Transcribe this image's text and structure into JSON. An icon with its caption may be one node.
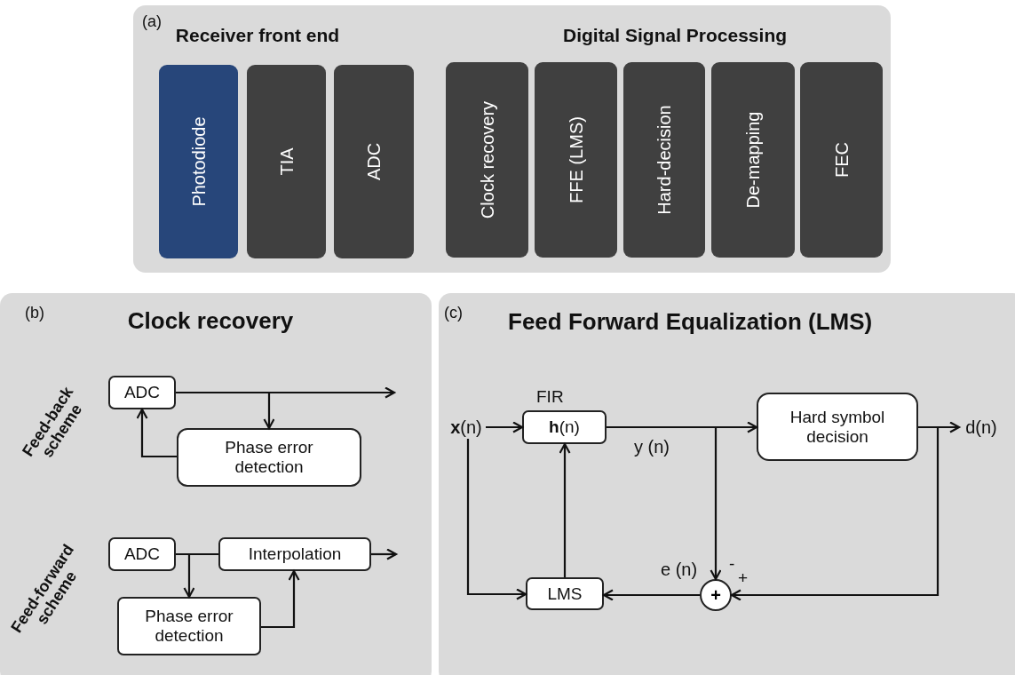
{
  "diagram": {
    "nodes": [
      {
        "text": [
          "(a)",
          "Receiver front end",
          "Digital Signal Processing"
        ]
      },
      {
        "text": [
          "Photodiode"
        ],
        "in": 0
      },
      {
        "text": [
          "TIA"
        ],
        "in": 0
      },
      {
        "text": [
          "ADC"
        ],
        "in": 0
      },
      {
        "text": [
          "Clock recovery"
        ],
        "in": 0
      },
      {
        "text": [
          "FFE (LMS)"
        ],
        "in": 0
      },
      {
        "text": [
          "Hard-decision"
        ],
        "in": 0
      },
      {
        "text": [
          "De-mapping"
        ],
        "in": 0
      },
      {
        "text": [
          "FEC"
        ],
        "in": 0
      },
      {
        "text": [
          "(b)",
          "Clock recovery",
          "Feed-back scheme",
          "Feed-forward scheme"
        ]
      },
      {
        "text": [
          "ADC"
        ],
        "in": 9
      },
      {
        "text": [
          "Phase error detection"
        ],
        "in": 9
      },
      {
        "text": [
          "ADC"
        ],
        "in": 9
      },
      {
        "text": [
          "Interpolation"
        ],
        "in": 9
      },
      {
        "text": [
          "Phase error detection"
        ],
        "in": 9
      },
      {
        "text": [
          "(c)",
          "Feed Forward Equalization (LMS)"
        ]
      },
      {
        "text": [
          "**x**(n)"
        ],
        "in": 15
      },
      {
        "text": [
          "**h**(n)"
        ],
        "in": 15,
        "beside": [
          "FIR"
        ]
      },
      {
        "text": [
          "Hard symbol decision"
        ],
        "in": 15
      },
      {
        "text": [
          "d(n)"
        ],
        "in": 15
      },
      {
        "text": [
          "LMS"
        ],
        "in": 15
      },
      {
        "text": [
          "+"
        ],
        "in": 15,
        "beside": [
          "-",
          "+"
        ]
      }
    ],
    "edges": [
      {
        "from": 10,
        "to": null,
        "arrow": "to"
      },
      {
        "from": 10,
        "to": 11,
        "arrow": "to"
      },
      {
        "from": 11,
        "to": 10,
        "arrow": "to"
      },
      {
        "from": 12,
        "to": 13,
        "arrow": "none"
      },
      {
        "from": 12,
        "to": 14,
        "arrow": "to"
      },
      {
        "from": 14,
        "to": 13,
        "arrow": "to"
      },
      {
        "from": 13,
        "to": null,
        "arrow": "to"
      },
      {
        "from": 16,
        "to": 17,
        "arrow": "to"
      },
      {
        "from": 16,
        "to": 20,
        "arrow": "to"
      },
      {
        "from": 17,
        "to": 18,
        "arrow": "to",
        "label": "y (n)"
      },
      {
        "from": 17,
        "to": 21,
        "arrow": "to"
      },
      {
        "from": 18,
        "to": 19,
        "arrow": "to"
      },
      {
        "from": 18,
        "to": 21,
        "arrow": "to"
      },
      {
        "from": 21,
        "to": 20,
        "arrow": "to"
      },
      {
        "from": 20,
        "to": 17,
        "arrow": "to"
      }
    ],
    "labels": [
      "e (n)"
    ]
  }
}
